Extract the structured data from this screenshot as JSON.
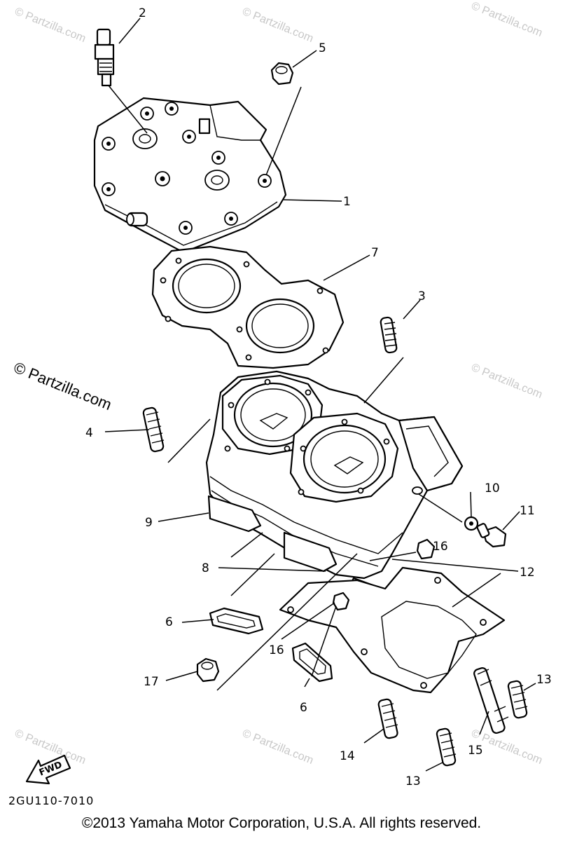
{
  "callouts": [
    {
      "id": "1",
      "text": "1"
    },
    {
      "id": "2",
      "text": "2"
    },
    {
      "id": "3",
      "text": "3"
    },
    {
      "id": "4",
      "text": "4"
    },
    {
      "id": "5",
      "text": "5"
    },
    {
      "id": "6a",
      "text": "6"
    },
    {
      "id": "6b",
      "text": "6"
    },
    {
      "id": "7",
      "text": "7"
    },
    {
      "id": "8",
      "text": "8"
    },
    {
      "id": "9",
      "text": "9"
    },
    {
      "id": "10",
      "text": "10"
    },
    {
      "id": "11",
      "text": "11"
    },
    {
      "id": "12",
      "text": "12"
    },
    {
      "id": "13a",
      "text": "13"
    },
    {
      "id": "13b",
      "text": "13"
    },
    {
      "id": "14",
      "text": "14"
    },
    {
      "id": "15",
      "text": "15"
    },
    {
      "id": "16a",
      "text": "16"
    },
    {
      "id": "16b",
      "text": "16"
    },
    {
      "id": "17",
      "text": "17"
    }
  ],
  "watermark": "© Partzilla.com",
  "fwd_label": "FWD",
  "diagram_code": "2GU110-7010",
  "copyright": "©2013 Yamaha Motor Corporation, U.S.A. All rights reserved."
}
